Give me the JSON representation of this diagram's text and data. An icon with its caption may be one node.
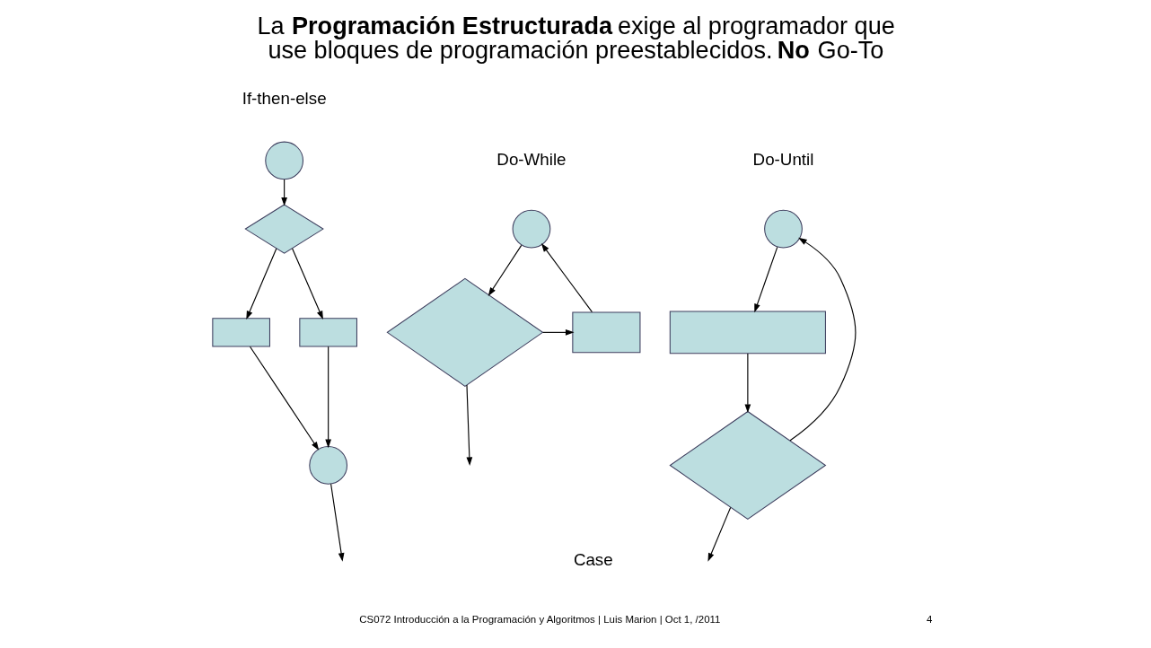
{
  "diagram": {
    "title": "La **Programación Estructurada** exige al programador que use bloques de programación preestablecidos. **No** Go-To",
    "nodes": [
      {
        "text": [],
        "shape": "circle"
      },
      {
        "text": [],
        "shape": "diamond"
      },
      {
        "text": [],
        "shape": "box"
      },
      {
        "text": [],
        "shape": "box"
      },
      {
        "text": [],
        "shape": "circle"
      },
      {
        "text": [],
        "shape": "circle"
      },
      {
        "text": [],
        "shape": "diamond"
      },
      {
        "text": [],
        "shape": "box"
      },
      {
        "text": [],
        "shape": "circle"
      },
      {
        "text": [],
        "shape": "box"
      },
      {
        "text": [],
        "shape": "diamond"
      }
    ],
    "edges": [
      {
        "from": 0,
        "to": 1,
        "arrow": "to"
      },
      {
        "from": 1,
        "to": 2,
        "arrow": "to"
      },
      {
        "from": 1,
        "to": 3,
        "arrow": "to"
      },
      {
        "from": 2,
        "to": 4,
        "arrow": "to"
      },
      {
        "from": 3,
        "to": 4,
        "arrow": "to"
      },
      {
        "from": 4,
        "to": null,
        "arrow": "to"
      },
      {
        "from": 5,
        "to": 6,
        "arrow": "to"
      },
      {
        "from": 6,
        "to": 7,
        "arrow": "to"
      },
      {
        "from": 7,
        "to": 5,
        "arrow": "to"
      },
      {
        "from": 6,
        "to": null,
        "arrow": "to"
      },
      {
        "from": 8,
        "to": 9,
        "arrow": "to"
      },
      {
        "from": 9,
        "to": 10,
        "arrow": "to"
      },
      {
        "from": 10,
        "to": 8,
        "arrow": "to"
      },
      {
        "from": 10,
        "to": null,
        "arrow": "to"
      }
    ],
    "labels": [
      "If-then-else",
      "Do-While",
      "Do-Until",
      "Case",
      "CS072 Introducción a la Programación y Algoritmos | Luis Marion | Oct 1, /2011",
      "4"
    ]
  }
}
